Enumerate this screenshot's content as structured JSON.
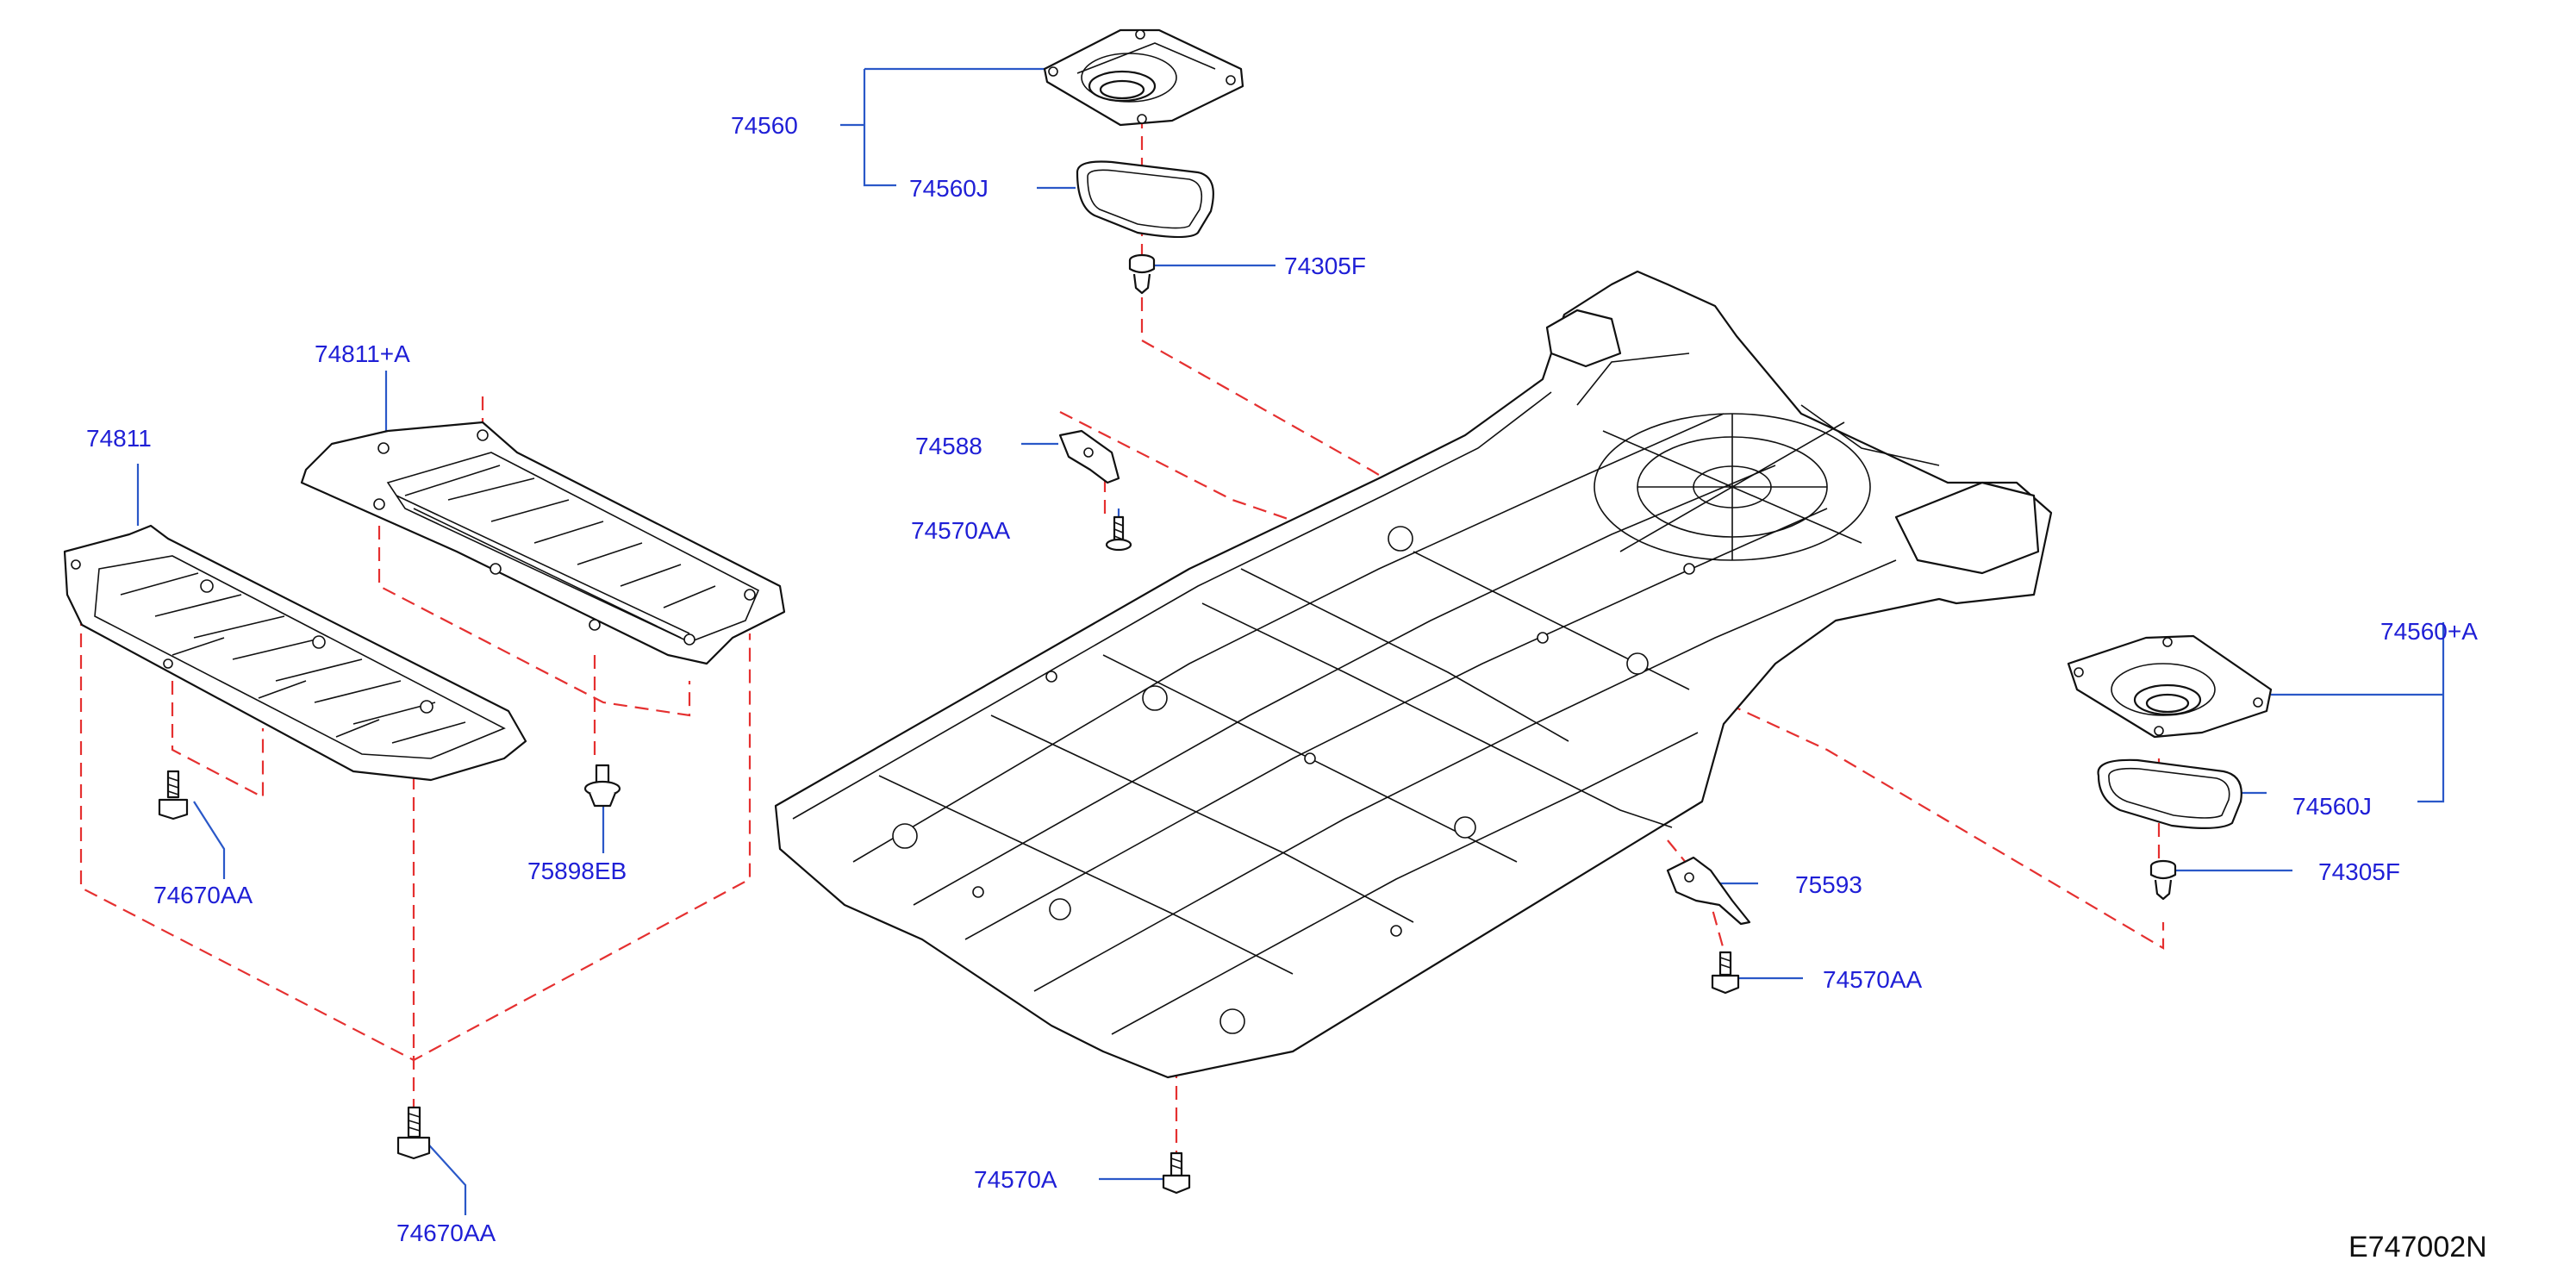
{
  "diagram": {
    "labels": {
      "p74560": "74560",
      "p74560J_top": "74560J",
      "p74305F_top": "74305F",
      "p74811A": "74811+A",
      "p74811": "74811",
      "p74588": "74588",
      "p74570AA_left": "74570AA",
      "p74670AA_mid": "74670AA",
      "p75898EB": "75898EB",
      "p74670AA_bottom": "74670AA",
      "p74570A": "74570A",
      "p75593": "75593",
      "p74570AA_right": "74570AA",
      "p74560A": "74560+A",
      "p74560J_right": "74560J",
      "p74305F_right": "74305F"
    },
    "reference": "E747002N"
  },
  "colors": {
    "label": "#1f1fd6",
    "leader": "#2a58c8",
    "assembly_dash": "#e53030",
    "outline": "#111111"
  }
}
